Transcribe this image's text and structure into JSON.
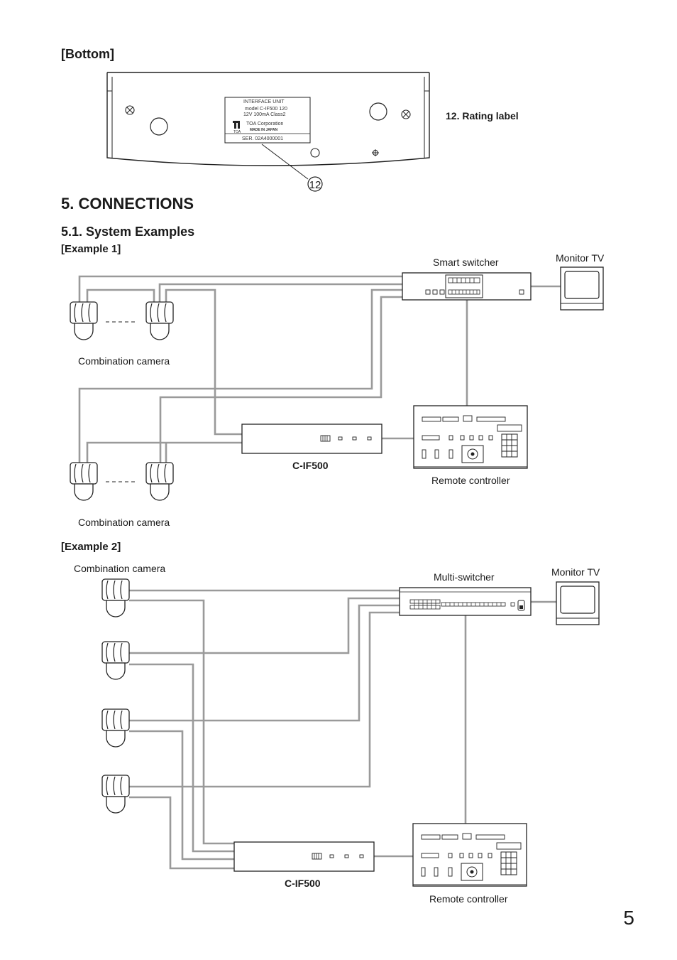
{
  "bottom_section": {
    "heading": "[Bottom]",
    "rating_label": {
      "line1": "INTERFACE  UNIT",
      "line2": "model  C-IF500 120",
      "line3": "12V      100mA Class2",
      "line4": "TOA Corporation",
      "line5": "MADE IN JAPAN",
      "logo_text": "TOA",
      "serial": "SER. 02A4000001"
    },
    "callout_number": "12",
    "callout_text": "12. Rating label"
  },
  "connections": {
    "heading": "5. CONNECTIONS",
    "subheading": "5.1. System Examples"
  },
  "example1": {
    "heading": "[Example 1]",
    "smart_switcher": "Smart switcher",
    "monitor_tv": "Monitor TV",
    "combination_camera_top": "Combination camera",
    "combination_camera_bottom": "Combination camera",
    "cif500": "C-IF500",
    "remote_controller": "Remote controller"
  },
  "example2": {
    "heading": "[Example 2]",
    "combination_camera": "Combination camera",
    "multi_switcher": "Multi-switcher",
    "monitor_tv": "Monitor TV",
    "cif500": "C-IF500",
    "remote_controller": "Remote controller"
  },
  "page_number": "5"
}
